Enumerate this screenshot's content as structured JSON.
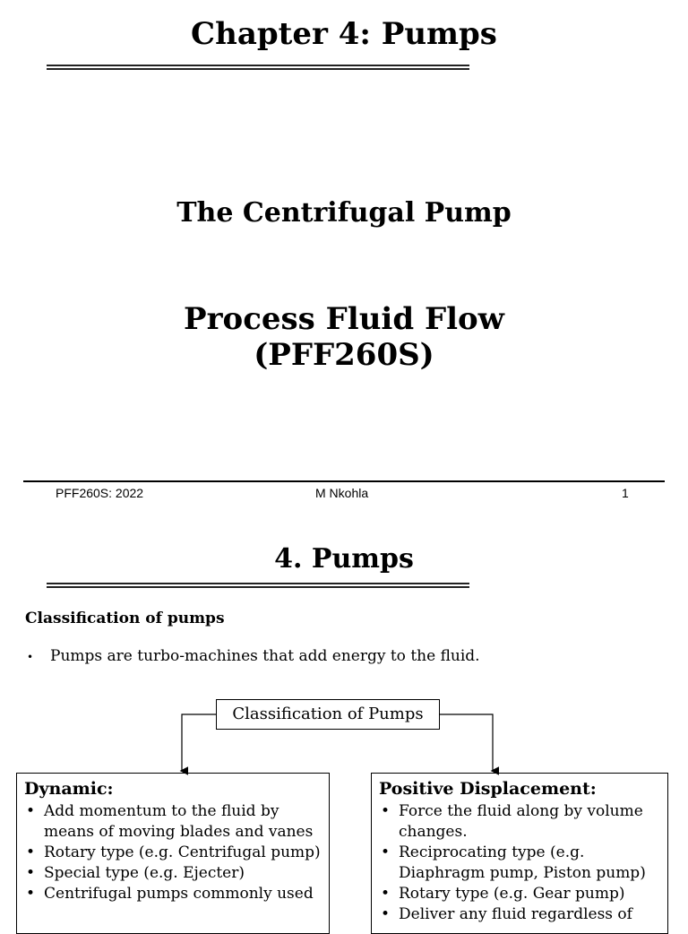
{
  "slide1": {
    "title": "Chapter 4: Pumps",
    "subtitle": "The Centrifugal Pump",
    "course_line1": "Process Fluid Flow",
    "course_line2": "(PFF260S)",
    "footer": {
      "left": "PFF260S: 2022",
      "center": "M Nkohla",
      "right": "1"
    }
  },
  "slide2": {
    "title": "4. Pumps",
    "section_heading": "Classification of pumps",
    "bullet": "Pumps are turbo-machines that add energy to the fluid.",
    "diagram": {
      "root_label": "Classification of Pumps",
      "left": {
        "heading": "Dynamic:",
        "items": [
          "Add momentum to the fluid by means of moving blades and vanes",
          "Rotary type (e.g. Centrifugal pump)",
          "Special type (e.g. Ejecter)",
          "Centrifugal pumps commonly used"
        ]
      },
      "right": {
        "heading": "Positive Displacement:",
        "items": [
          "Force the fluid along by volume changes.",
          "Reciprocating type (e.g. Diaphragm pump, Piston pump)",
          "Rotary type (e.g. Gear pump)",
          "Deliver any fluid regardless of"
        ]
      }
    }
  }
}
